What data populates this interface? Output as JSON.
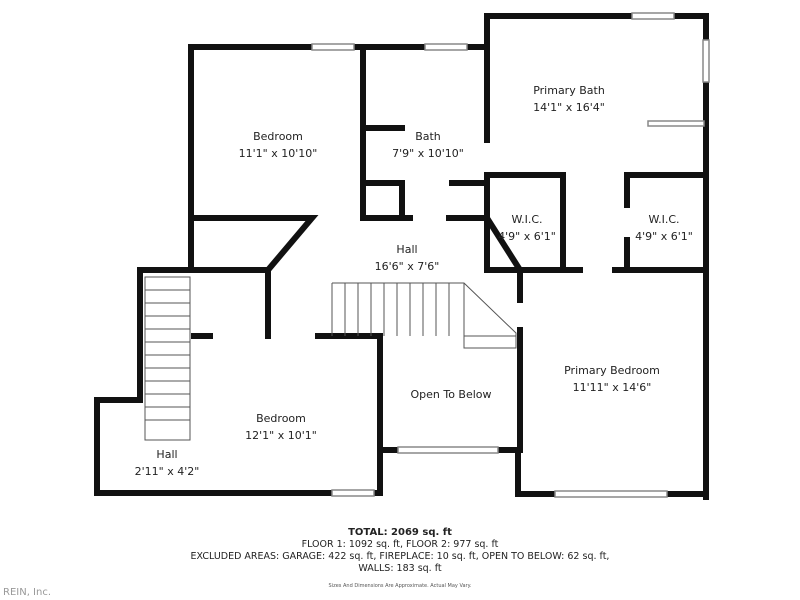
{
  "rooms": [
    {
      "name": "Bedroom",
      "dims": "11'1\" x 10'10\""
    },
    {
      "name": "Bath",
      "dims": "7'9\" x 10'10\""
    },
    {
      "name": "Primary Bath",
      "dims": "14'1\" x 16'4\""
    },
    {
      "name": "W.I.C.",
      "dims": "4'9\" x 6'1\""
    },
    {
      "name": "W.I.C.",
      "dims": "4'9\" x 6'1\""
    },
    {
      "name": "Hall",
      "dims": "16'6\" x 7'6\""
    },
    {
      "name": "Primary Bedroom",
      "dims": "11'11\" x 14'6\""
    },
    {
      "name": "Open To Below",
      "dims": ""
    },
    {
      "name": "Bedroom",
      "dims": "12'1\" x 10'1\""
    },
    {
      "name": "Hall",
      "dims": "2'11\" x 4'2\""
    }
  ],
  "summary": {
    "total": "TOTAL: 2069 sq. ft",
    "floors": "FLOOR 1: 1092 sq. ft, FLOOR 2: 977 sq. ft",
    "excluded": "EXCLUDED AREAS: GARAGE: 422 sq. ft, FIREPLACE: 10 sq. ft, OPEN TO BELOW: 62 sq. ft,",
    "walls": "WALLS: 183 sq. ft",
    "disclaimer": "Sizes And Dimensions Are Approximate. Actual May Vary."
  },
  "watermark": "REIN, Inc.",
  "colors": {
    "wall": "#111111",
    "window": "#888888"
  }
}
